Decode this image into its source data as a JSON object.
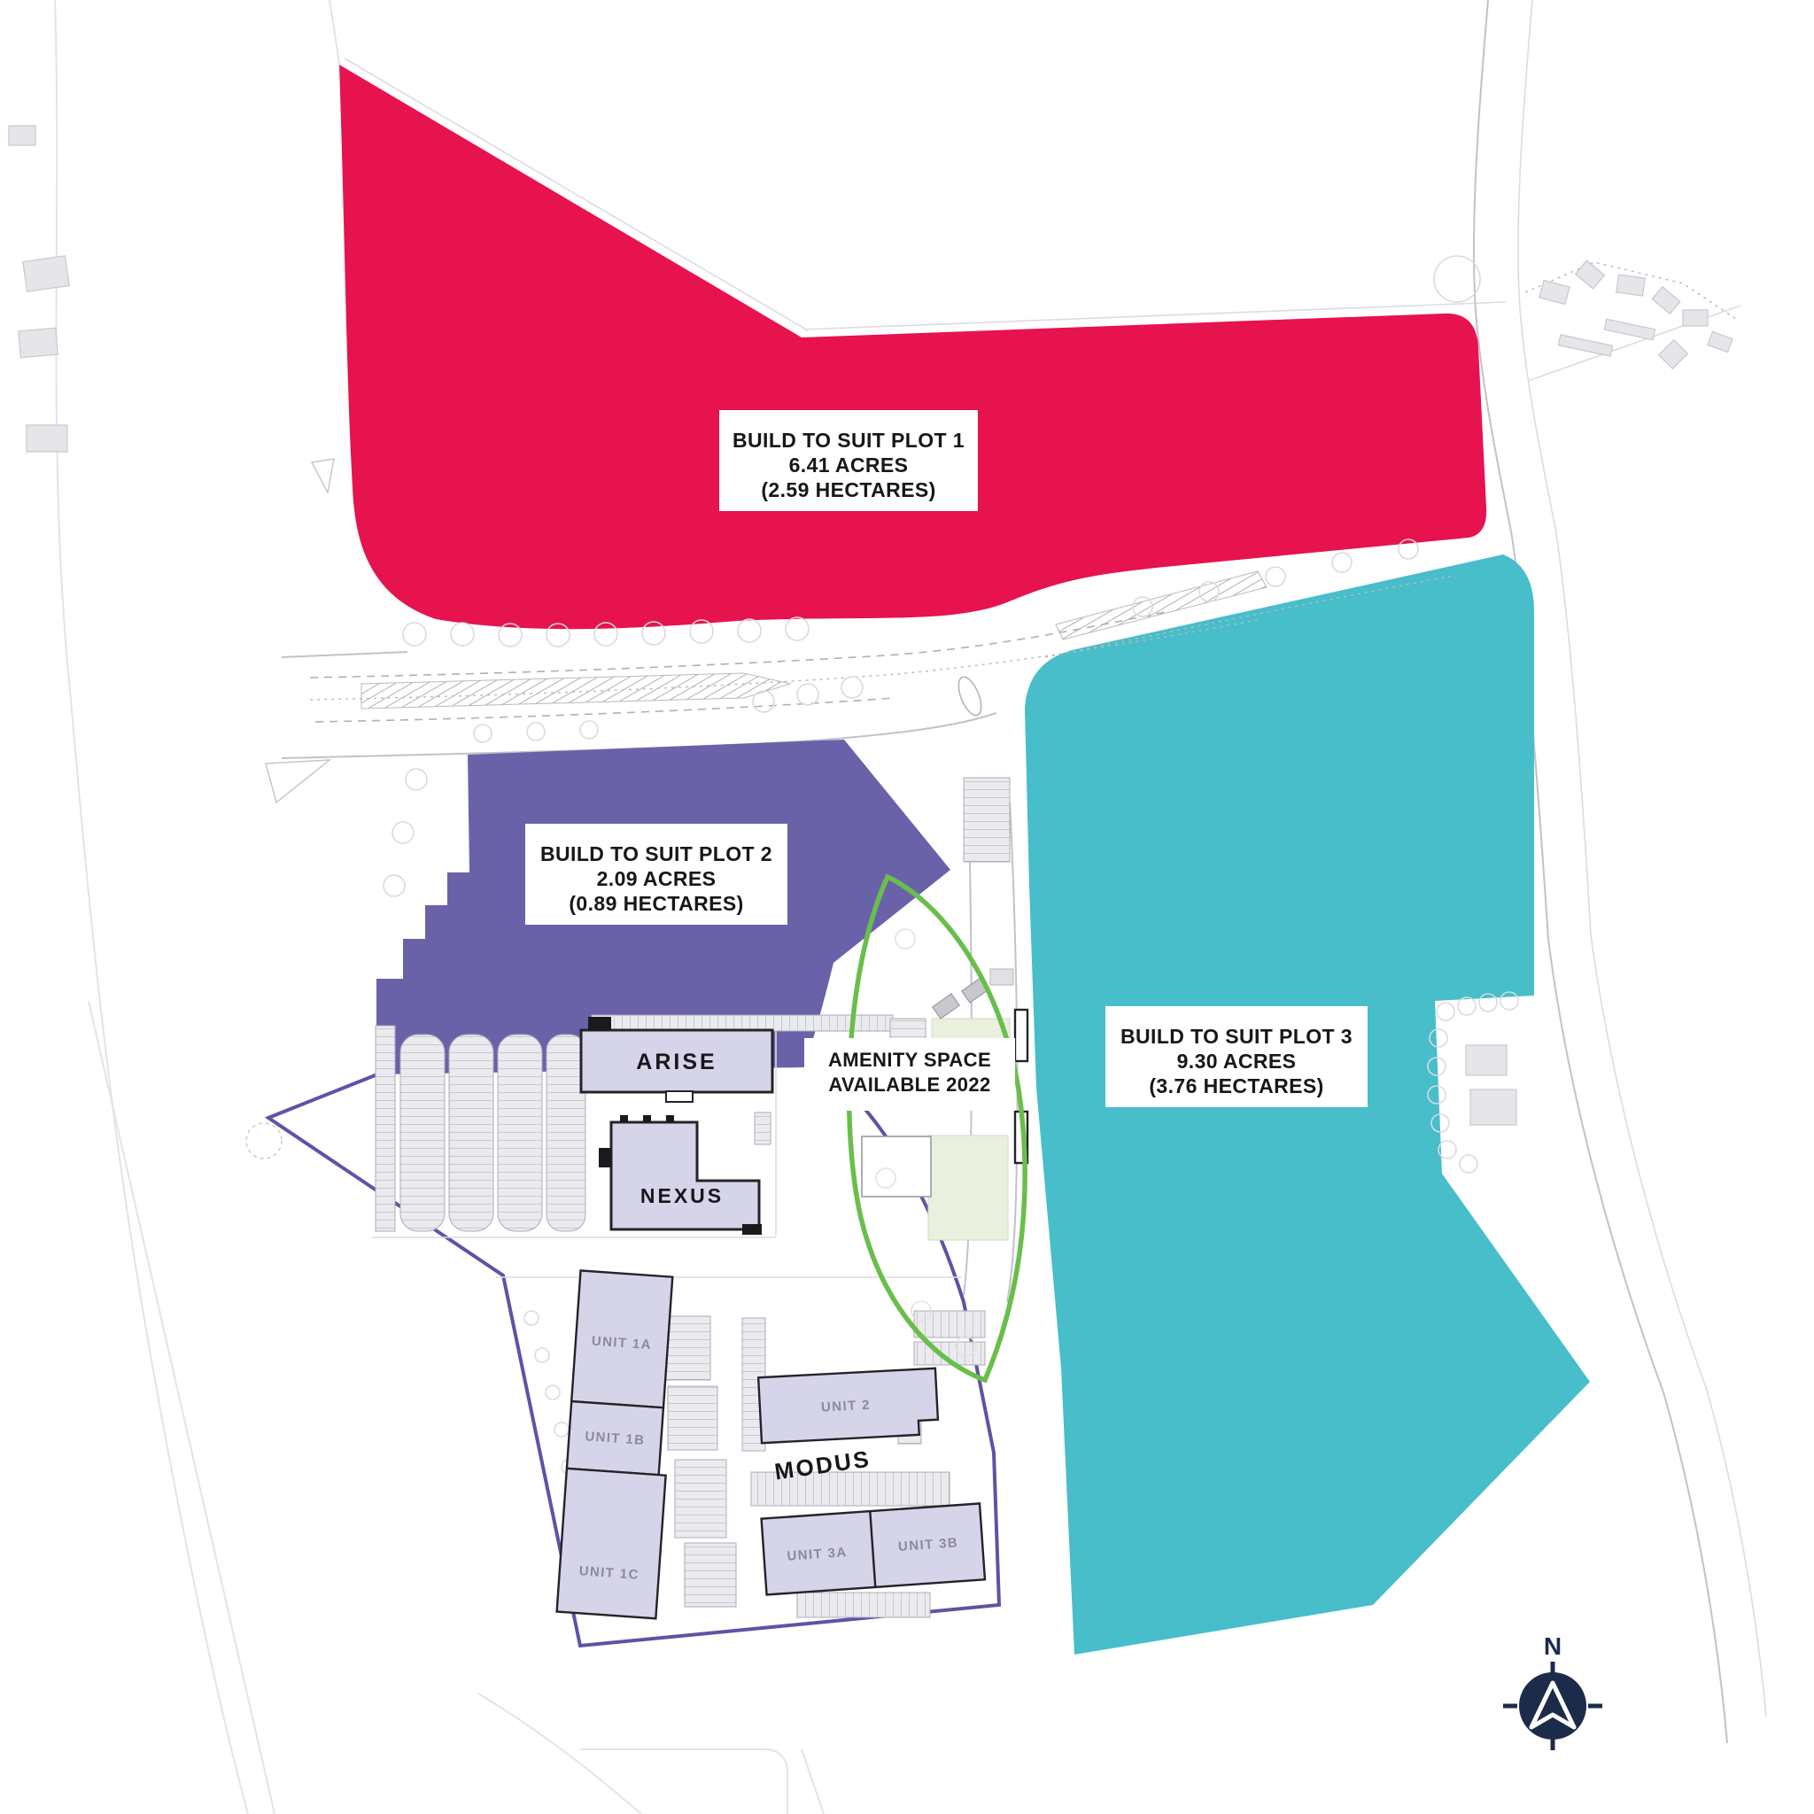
{
  "map": {
    "plots": [
      {
        "name": "BUILD TO SUIT PLOT 1",
        "acres": "6.41 ACRES",
        "hectares": "(2.59 HECTARES)",
        "color": "#E6134E"
      },
      {
        "name": "BUILD TO SUIT PLOT 2",
        "acres": "2.09 ACRES",
        "hectares": "(0.89 HECTARES)",
        "color": "#6962A9"
      },
      {
        "name": "BUILD TO SUIT PLOT 3",
        "acres": "9.30 ACRES",
        "hectares": "(3.76 HECTARES)",
        "color": "#47BEC9"
      }
    ],
    "amenity": {
      "line1": "AMENITY SPACE",
      "line2": "AVAILABLE 2022",
      "outline_color": "#6ABE4B"
    },
    "buildings": {
      "arise": "ARISE",
      "nexus": "NEXUS",
      "modus": "MODUS",
      "unit_1a": "UNIT 1A",
      "unit_1b": "UNIT 1B",
      "unit_1c": "UNIT 1C",
      "unit_2": "UNIT 2",
      "unit_3a": "UNIT 3A",
      "unit_3b": "UNIT 3B"
    },
    "compass": {
      "label": "N",
      "color": "#1C2B4A"
    },
    "colors": {
      "boundary": "#5B54A6"
    }
  }
}
